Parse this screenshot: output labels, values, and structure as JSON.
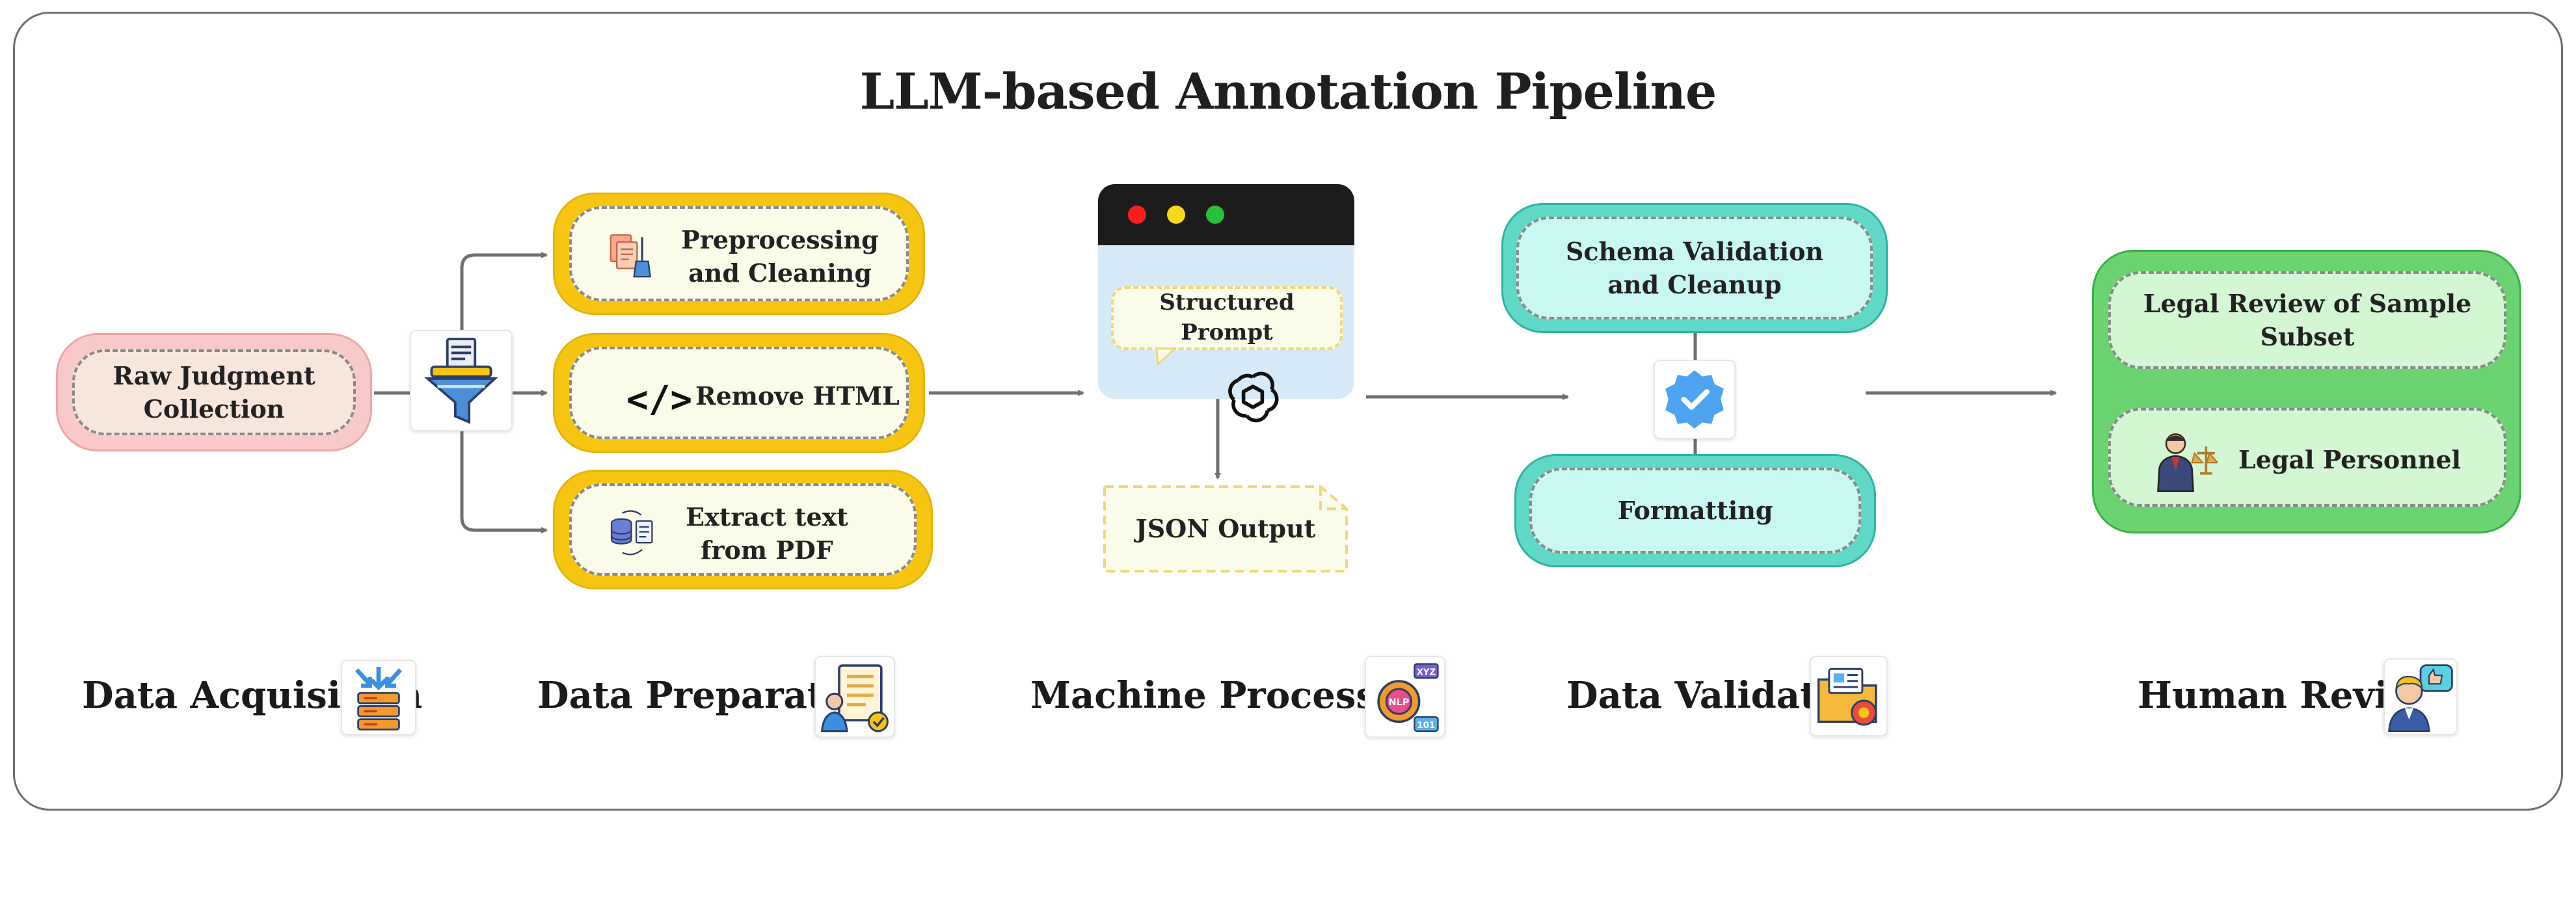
{
  "title": "LLM-based Annotation Pipeline",
  "stages": {
    "acquisition": {
      "label": "Data Acquisition",
      "source": "Raw Judgment\nCollection"
    },
    "preparation": {
      "label": "Data Preparation",
      "steps": [
        "Preprocessing\nand Cleaning",
        "Remove HTML",
        "Extract text\nfrom PDF"
      ]
    },
    "processing": {
      "label": "Machine Processing",
      "prompt": "Structured Prompt",
      "output": "JSON Output"
    },
    "validation": {
      "label": "Data Validation",
      "steps": [
        "Schema Validation\nand Cleanup",
        "Formatting"
      ]
    },
    "review": {
      "label": "Human Review",
      "steps": [
        "Legal Review of Sample Subset",
        "Legal Personnel"
      ]
    }
  },
  "icons": {
    "acquisition": "data-download-icon",
    "preparation": "checklist-person-icon",
    "processing": "nlp-gear-icon",
    "validation": "folder-badge-icon",
    "review": "thumbs-up-person-icon",
    "filter": "funnel-icon",
    "preprocessing": "documents-broom-icon",
    "html": "code-icon",
    "pdf": "database-document-icon",
    "llm": "openai-logo-icon",
    "check": "verified-badge-icon",
    "personnel": "lawyer-scales-icon"
  },
  "colors": {
    "source_fill": "#f9c9c9",
    "source_inner": "#f7e6dc",
    "prep_fill": "#f6c511",
    "prep_inner": "#fbfbe9",
    "window_bar": "#1c1c1c",
    "window_body": "#d6eaf7",
    "validation_fill": "#5fd8c8",
    "validation_inner": "#c9f7f1",
    "review_fill": "#6bd372",
    "review_inner": "#d3f6d3",
    "arrow": "#6f6f6f"
  }
}
